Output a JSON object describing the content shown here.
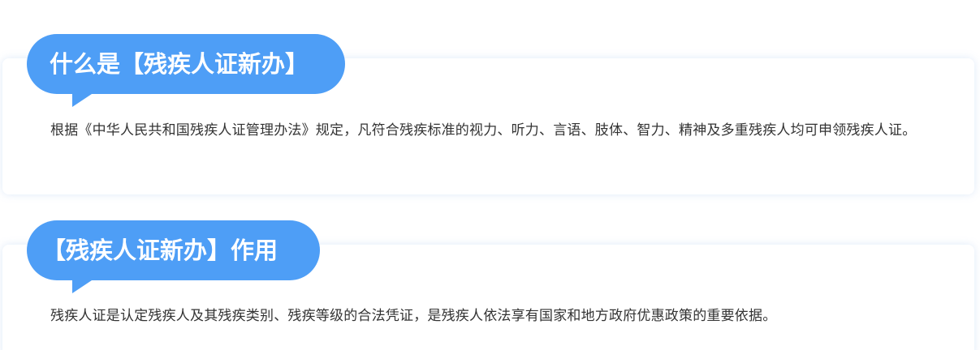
{
  "sections": [
    {
      "title": "什么是【残疾人证新办】",
      "body": "根据《中华人民共和国残疾人证管理办法》规定，凡符合残疾标准的视力、听力、言语、肢体、智力、精神及多重残疾人均可申领残疾人证。"
    },
    {
      "title": "【残疾人证新办】作用",
      "body": "残疾人证是认定残疾人及其残疾类别、残疾等级的合法凭证，是残疾人依法享有国家和地方政府优惠政策的重要依据。"
    }
  ],
  "colors": {
    "accent": "#4e9ef6",
    "text": "#333333",
    "card_shadow": "#8cb4e6"
  }
}
